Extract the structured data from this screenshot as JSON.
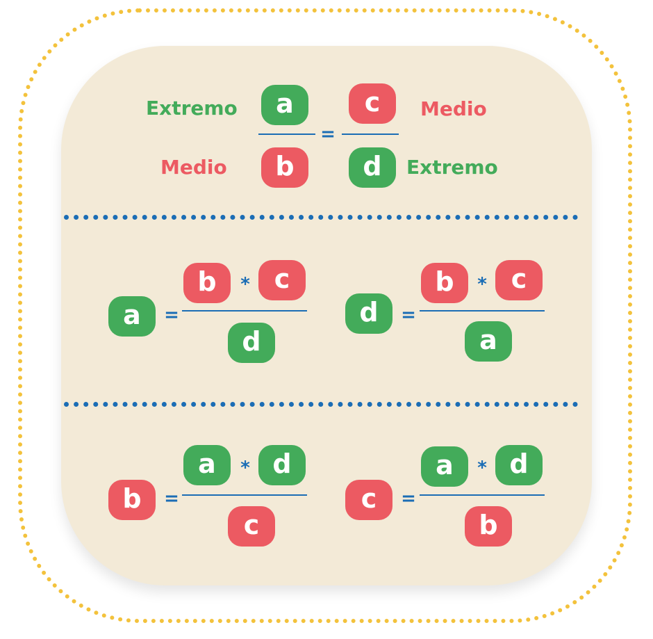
{
  "labels": {
    "extremo": "Extremo",
    "medio": "Medio"
  },
  "symbols": {
    "equals": "=",
    "times": "*"
  },
  "vars": {
    "a": "a",
    "b": "b",
    "c": "c",
    "d": "d"
  },
  "colors": {
    "extremo": "#43ab5a",
    "medio": "#ec5a62",
    "operator": "#1b6db5",
    "card_background": "#f3ead7",
    "outer_dots": "#f3c23c"
  }
}
